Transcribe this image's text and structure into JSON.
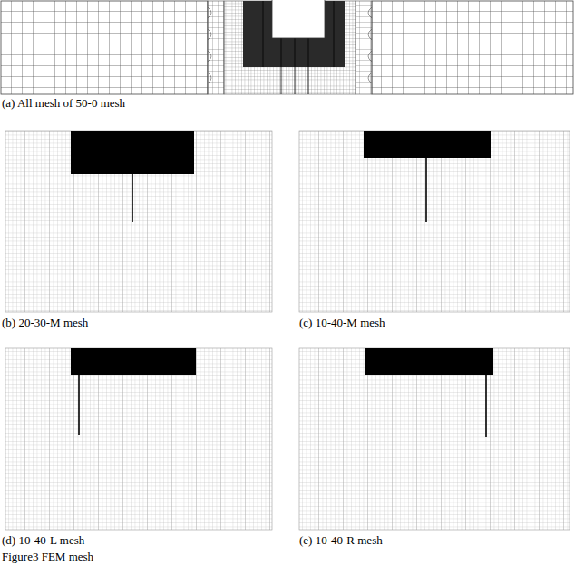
{
  "diagram": {
    "caption": "Figure3 FEM mesh",
    "labels": [
      "(a) All mesh of 50-0 mesh",
      "(b) 20-30-M mesh",
      "(c) 10-40-M mesh",
      "(d) 10-40-L mesh",
      "(e) 10-40-R mesh"
    ]
  }
}
